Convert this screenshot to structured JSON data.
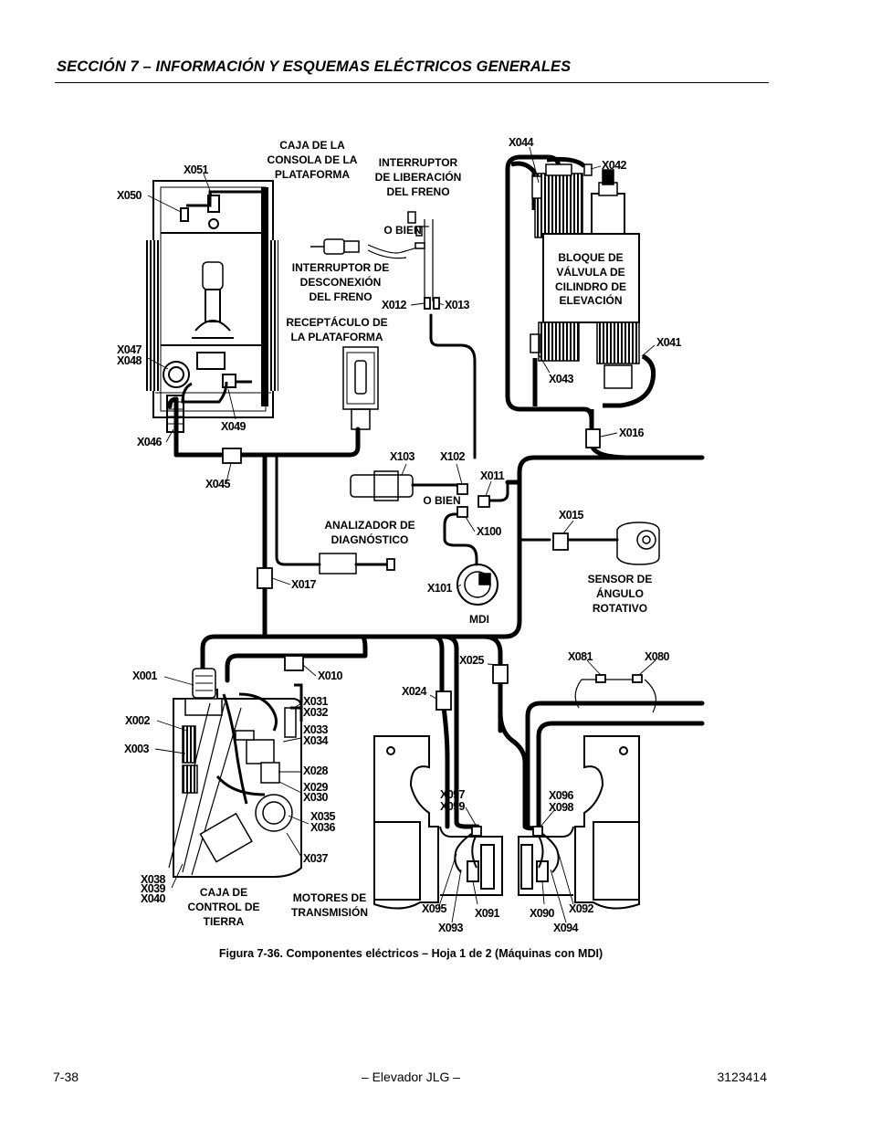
{
  "header": {
    "title": "SECCIÓN 7 – INFORMACIÓN Y ESQUEMAS ELÉCTRICOS GENERALES"
  },
  "labels": {
    "caja_consola": [
      "CAJA DE LA",
      "CONSOLA DE LA",
      "PLATAFORMA"
    ],
    "interruptor_liberacion": [
      "INTERRUPTOR",
      "DE LIBERACIÓN",
      "DEL FRENO"
    ],
    "o_bien_1": "O BIEN",
    "interruptor_desconexion": [
      "INTERRUPTOR DE",
      "DESCONEXIÓN",
      "DEL FRENO"
    ],
    "receptaculo": [
      "RECEPTÁCULO DE",
      "LA PLATAFORMA"
    ],
    "bloque_valvula": [
      "BLOQUE DE",
      "VÁLVULA DE",
      "CILINDRO DE",
      "ELEVACIÓN"
    ],
    "o_bien_2": "O BIEN",
    "analizador": [
      "ANALIZADOR DE",
      "DIAGNÓSTICO"
    ],
    "mdi": "MDI",
    "sensor": [
      "SENSOR DE",
      "ÁNGULO",
      "ROTATIVO"
    ],
    "caja_control": [
      "CAJA DE",
      "CONTROL DE",
      "TIERRA"
    ],
    "motores": [
      "MOTORES DE",
      "TRANSMISIÓN"
    ]
  },
  "connectors": {
    "x050": "X050",
    "x051": "X051",
    "x047": "X047",
    "x048": "X048",
    "x046": "X046",
    "x049": "X049",
    "x045": "X045",
    "x044": "X044",
    "x042": "X042",
    "x041": "X041",
    "x043": "X043",
    "x016": "X016",
    "x012": "X012",
    "x013": "X013",
    "x103": "X103",
    "x102": "X102",
    "x011": "X011",
    "x100": "X100",
    "x101": "X101",
    "x015": "X015",
    "x017": "X017",
    "x001": "X001",
    "x010": "X010",
    "x025": "X025",
    "x081": "X081",
    "x080": "X080",
    "x024": "X024",
    "x002": "X002",
    "x031": "X031",
    "x032": "X032",
    "x033": "X033",
    "x034": "X034",
    "x003": "X003",
    "x028": "X028",
    "x029": "X029",
    "x030": "X030",
    "x035": "X035",
    "x036": "X036",
    "x037": "X037",
    "x038": "X038",
    "x039": "X039",
    "x040": "X040",
    "x097": "X097",
    "x099": "X099",
    "x096": "X096",
    "x098": "X098",
    "x095": "X095",
    "x091": "X091",
    "x093": "X093",
    "x090": "X090",
    "x092": "X092",
    "x094": "X094"
  },
  "caption": "Figura 7-36.  Componentes eléctricos – Hoja 1 de 2 (Máquinas con MDI)",
  "footer": {
    "page": "7-38",
    "center": "– Elevador JLG –",
    "doc_number": "3123414"
  }
}
